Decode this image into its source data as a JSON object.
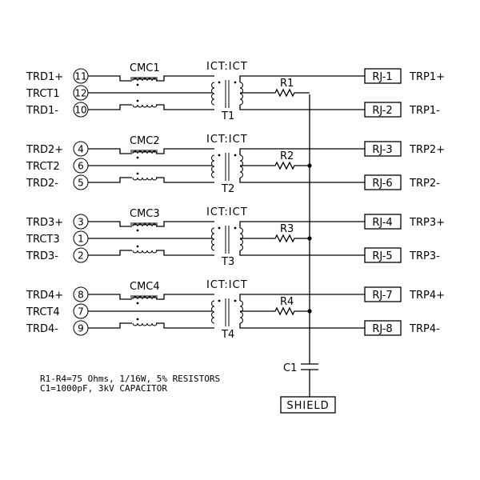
{
  "channels": [
    {
      "cmc": "CMC1",
      "ict": "ICT:ICT",
      "transformer": "T1",
      "resistor": "R1",
      "inputs": [
        {
          "label": "TRD1+",
          "pin": "11"
        },
        {
          "label": "TRCT1",
          "pin": "12"
        },
        {
          "label": "TRD1-",
          "pin": "10"
        }
      ],
      "outputs": [
        {
          "rj": "RJ-1",
          "label": "TRP1+"
        },
        {
          "rj": "RJ-2",
          "label": "TRP1-"
        }
      ]
    },
    {
      "cmc": "CMC2",
      "ict": "ICT:ICT",
      "transformer": "T2",
      "resistor": "R2",
      "inputs": [
        {
          "label": "TRD2+",
          "pin": "4"
        },
        {
          "label": "TRCT2",
          "pin": "6"
        },
        {
          "label": "TRD2-",
          "pin": "5"
        }
      ],
      "outputs": [
        {
          "rj": "RJ-3",
          "label": "TRP2+"
        },
        {
          "rj": "RJ-6",
          "label": "TRP2-"
        }
      ]
    },
    {
      "cmc": "CMC3",
      "ict": "ICT:ICT",
      "transformer": "T3",
      "resistor": "R3",
      "inputs": [
        {
          "label": "TRD3+",
          "pin": "3"
        },
        {
          "label": "TRCT3",
          "pin": "1"
        },
        {
          "label": "TRD3-",
          "pin": "2"
        }
      ],
      "outputs": [
        {
          "rj": "RJ-4",
          "label": "TRP3+"
        },
        {
          "rj": "RJ-5",
          "label": "TRP3-"
        }
      ]
    },
    {
      "cmc": "CMC4",
      "ict": "ICT:ICT",
      "transformer": "T4",
      "resistor": "R4",
      "inputs": [
        {
          "label": "TRD4+",
          "pin": "8"
        },
        {
          "label": "TRCT4",
          "pin": "7"
        },
        {
          "label": "TRD4-",
          "pin": "9"
        }
      ],
      "outputs": [
        {
          "rj": "RJ-7",
          "label": "TRP4+"
        },
        {
          "rj": "RJ-8",
          "label": "TRP4-"
        }
      ]
    }
  ],
  "capacitor": "C1",
  "shield": "SHIELD",
  "notes": [
    "R1-R4=75 Ohms, 1/16W, 5% RESISTORS",
    "C1=1000pF, 3kV CAPACITOR"
  ]
}
